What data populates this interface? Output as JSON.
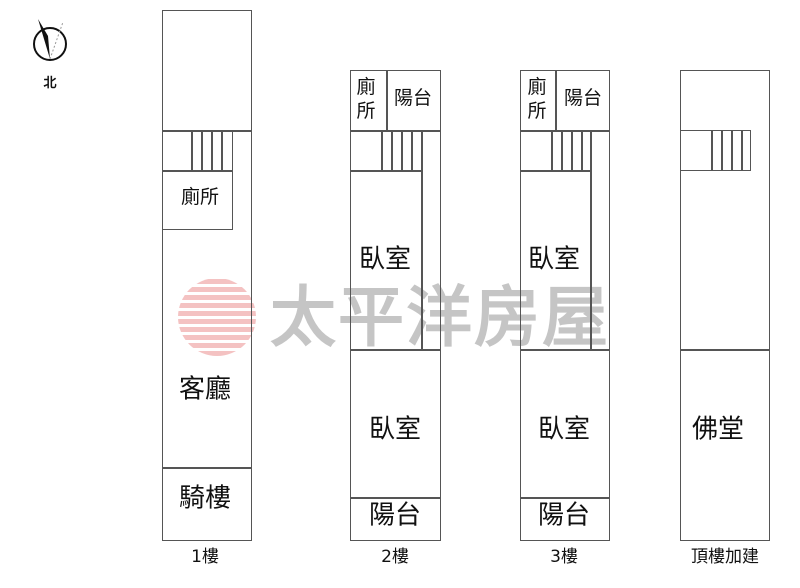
{
  "compass": {
    "label": "北"
  },
  "watermark": {
    "text": "太平洋房屋"
  },
  "floors": [
    {
      "caption": "1樓",
      "rooms": [
        "廁所",
        "客廳",
        "騎樓"
      ]
    },
    {
      "caption": "2樓",
      "rooms": [
        "廁",
        "所",
        "陽台",
        "臥室",
        "臥室",
        "陽台"
      ]
    },
    {
      "caption": "3樓",
      "rooms": [
        "廁",
        "所",
        "陽台",
        "臥室",
        "臥室",
        "陽台"
      ]
    },
    {
      "caption": "頂樓加建",
      "rooms": [
        "佛堂"
      ]
    }
  ]
}
